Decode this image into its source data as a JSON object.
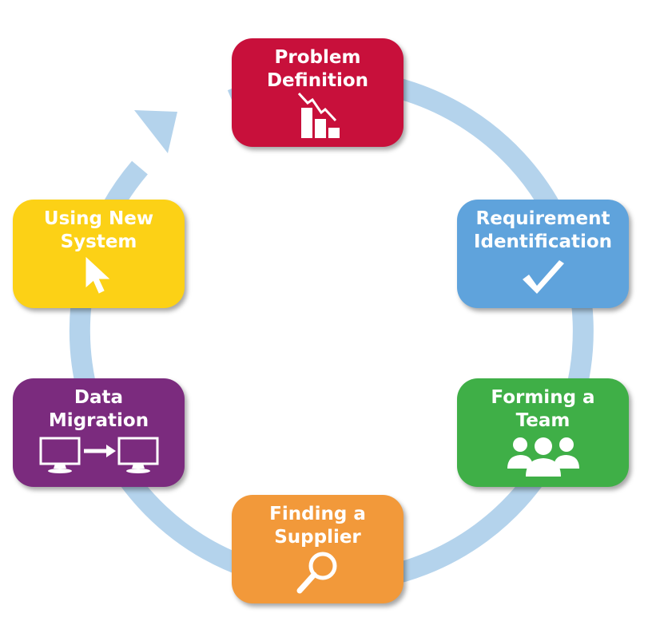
{
  "colors": {
    "ring": "#b4d3ec",
    "problem": "#c8103b",
    "requirement": "#5fa3dc",
    "team": "#3faf47",
    "supplier": "#f2993a",
    "migration": "#7b2b7e",
    "using": "#fcd116"
  },
  "steps": [
    {
      "id": "problem",
      "title": "Problem\nDefinition",
      "icon": "declining-bar-chart-icon"
    },
    {
      "id": "requirement",
      "title": "Requirement\nIdentification",
      "icon": "checkmark-icon"
    },
    {
      "id": "team",
      "title": "Forming a\nTeam",
      "icon": "people-group-icon"
    },
    {
      "id": "supplier",
      "title": "Finding a\nSupplier",
      "icon": "magnifying-glass-icon"
    },
    {
      "id": "migration",
      "title": "Data\nMigration",
      "icon": "computer-transfer-icon"
    },
    {
      "id": "using",
      "title": "Using New\nSystem",
      "icon": "mouse-cursor-icon"
    }
  ]
}
